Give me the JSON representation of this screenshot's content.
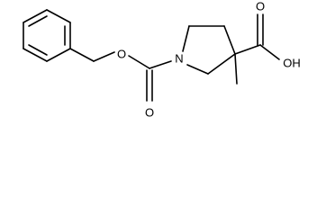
{
  "molecule": {
    "atoms": {
      "ring_oxygen": "O",
      "carbonyl_oxygen": "O",
      "nitrogen": "N",
      "acid_hydroxyl": "OH",
      "acid_carbonyl_oxygen": "O"
    }
  }
}
